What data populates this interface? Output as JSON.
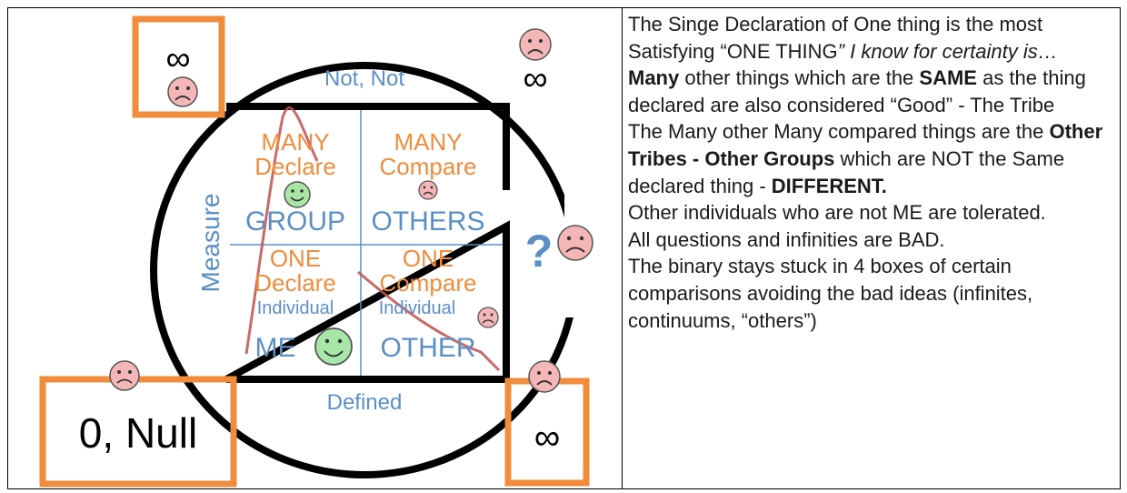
{
  "diagram": {
    "top_label": "Not, Not",
    "bottom_label": "Defined",
    "left_label": "Measure",
    "question_mark": "?",
    "infinity_symbol": "∞",
    "null_label": "0, Null",
    "quadrants": {
      "top_left": {
        "line1": "MANY",
        "line2": "Declare",
        "line3": "GROUP"
      },
      "top_right": {
        "line1": "MANY",
        "line2": "Compare",
        "line3": "OTHERS"
      },
      "bottom_left": {
        "line1": "ONE",
        "line2": "Declare",
        "line3": "Individual",
        "line4": "ME"
      },
      "bottom_right": {
        "line1": "ONE",
        "line2": "Compare",
        "line3": "Individual",
        "line4": "OTHER"
      }
    },
    "colors": {
      "orange": "#F08C3C",
      "blue": "#5B8FC4",
      "black": "#000000",
      "red_curve": "#C0504D",
      "sad_face": "#F4B6B6",
      "happy_face": "#A8E6A8"
    }
  },
  "description": {
    "p1_start": "The Singe Declaration of One thing is the most Satisfying “ONE THING",
    "p1_italic": "” I know for certainty is…",
    "p2_bold1": "Many",
    "p2_mid1": " other things which are the ",
    "p2_bold2": "SAME",
    "p2_mid2": " as the thing declared are also considered “Good” - The Tribe",
    "p3_start": "The Many other Many compared things are the ",
    "p3_bold": "Other Tribes - Other Groups",
    "p3_mid": " which are NOT the Same declared thing - ",
    "p3_bold2": "DIFFERENT.",
    "p4": "Other individuals who are not ME are tolerated.",
    "p5": "All questions and infinities are BAD.",
    "p6": "The  binary stays stuck in 4 boxes of certain comparisons avoiding the bad ideas (infinites, continuums, “others”)"
  }
}
